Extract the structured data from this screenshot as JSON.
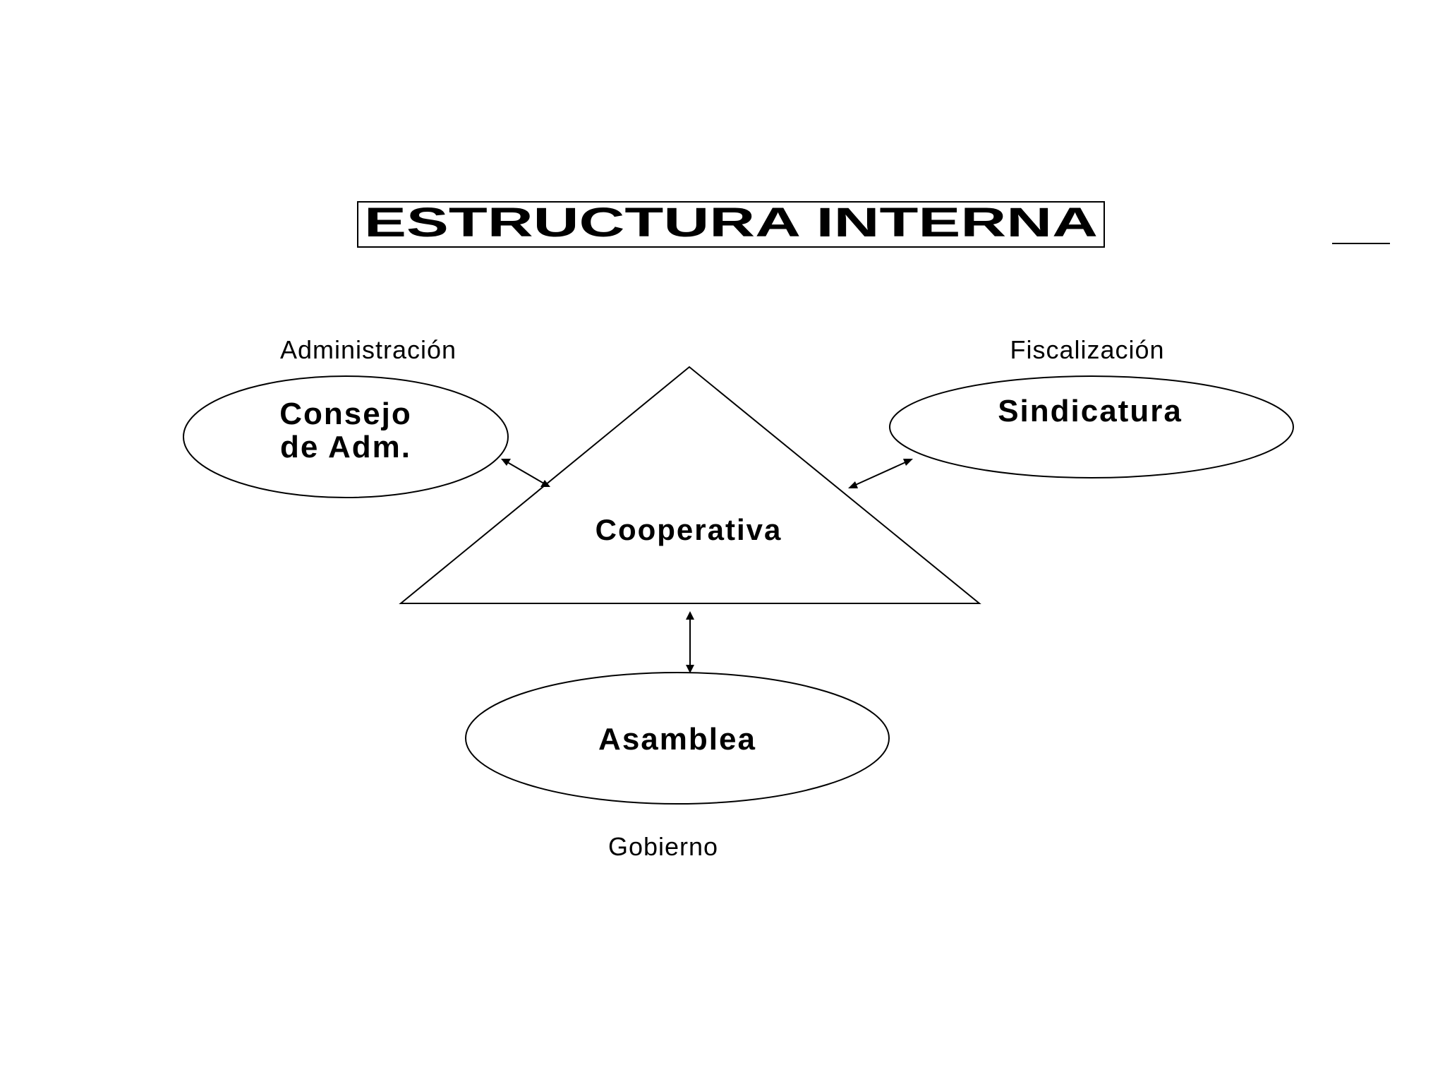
{
  "title": "ESTRUCTURA INTERNA",
  "nodes": {
    "center": {
      "label": "Cooperativa"
    },
    "administracion": {
      "caption": "Administración",
      "label_line1": "Consejo",
      "label_line2": "de Adm."
    },
    "fiscalizacion": {
      "caption": "Fiscalización",
      "label": "Sindicatura"
    },
    "gobierno": {
      "caption": "Gobierno",
      "label": "Asamblea"
    }
  },
  "connections": [
    {
      "from": "Cooperativa",
      "to": "Consejo de Adm.",
      "direction": "bidirectional"
    },
    {
      "from": "Cooperativa",
      "to": "Sindicatura",
      "direction": "bidirectional"
    },
    {
      "from": "Cooperativa",
      "to": "Asamblea",
      "direction": "bidirectional"
    }
  ]
}
